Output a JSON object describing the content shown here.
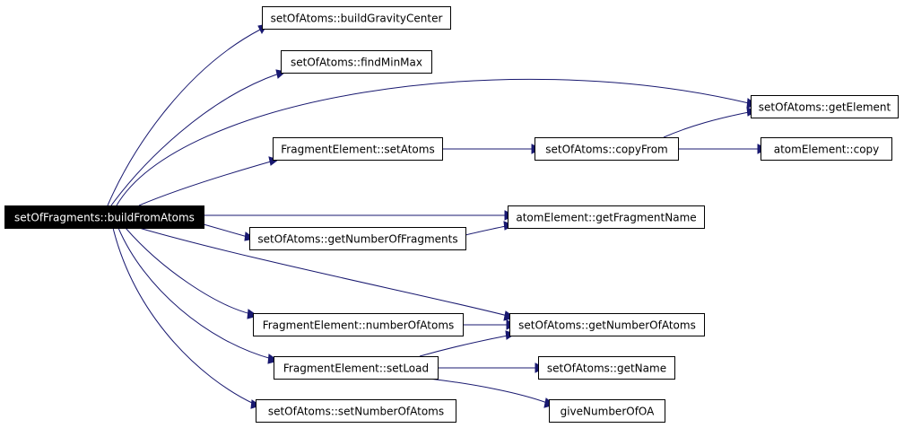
{
  "graph": {
    "nodes": {
      "root": "setOfFragments::buildFromAtoms",
      "buildGravityCenter": "setOfAtoms::buildGravityCenter",
      "findMinMax": "setOfAtoms::findMinMax",
      "getElement": "setOfAtoms::getElement",
      "fe_setAtoms": "FragmentElement::setAtoms",
      "copyFrom": "setOfAtoms::copyFrom",
      "atom_copy": "atomElement::copy",
      "getFragmentName": "atomElement::getFragmentName",
      "getNumberOfFragments": "setOfAtoms::getNumberOfFragments",
      "fe_numberOfAtoms": "FragmentElement::numberOfAtoms",
      "getNumberOfAtoms": "setOfAtoms::getNumberOfAtoms",
      "fe_setLoad": "FragmentElement::setLoad",
      "getName": "setOfAtoms::getName",
      "giveNumberOfOA": "giveNumberOfOA",
      "setNumberOfAtoms": "setOfAtoms::setNumberOfAtoms"
    },
    "edges": [
      [
        "root",
        "buildGravityCenter"
      ],
      [
        "root",
        "findMinMax"
      ],
      [
        "root",
        "getElement"
      ],
      [
        "root",
        "fe_setAtoms"
      ],
      [
        "root",
        "getFragmentName"
      ],
      [
        "root",
        "getNumberOfFragments"
      ],
      [
        "root",
        "getNumberOfAtoms"
      ],
      [
        "root",
        "fe_numberOfAtoms"
      ],
      [
        "root",
        "fe_setLoad"
      ],
      [
        "root",
        "setNumberOfAtoms"
      ],
      [
        "fe_setAtoms",
        "copyFrom"
      ],
      [
        "copyFrom",
        "getElement"
      ],
      [
        "copyFrom",
        "atom_copy"
      ],
      [
        "getNumberOfFragments",
        "getFragmentName"
      ],
      [
        "fe_numberOfAtoms",
        "getNumberOfAtoms"
      ],
      [
        "fe_setLoad",
        "getNumberOfAtoms"
      ],
      [
        "fe_setLoad",
        "getName"
      ],
      [
        "fe_setLoad",
        "giveNumberOfOA"
      ]
    ],
    "colors": {
      "edge": "#191970",
      "root_fill": "#000000",
      "root_text": "#ffffff",
      "node_fill": "#ffffff",
      "node_border": "#000000"
    }
  }
}
